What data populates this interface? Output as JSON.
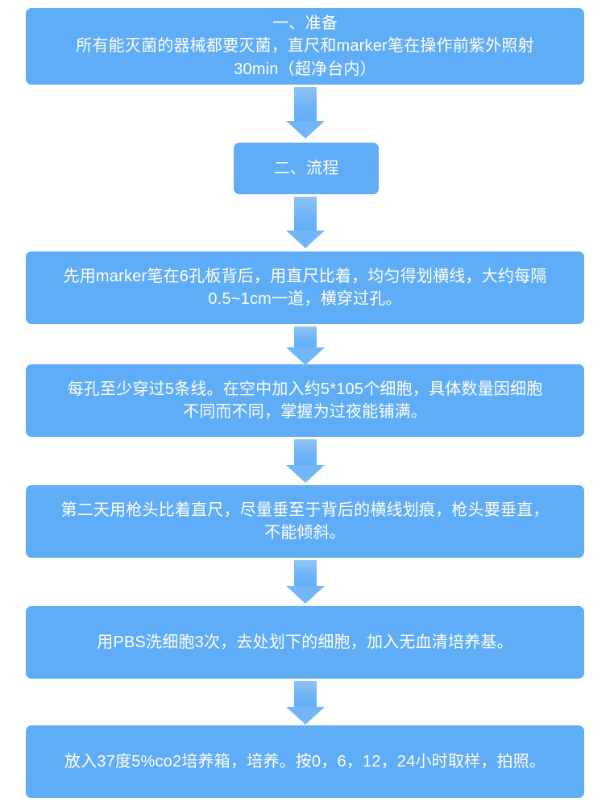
{
  "document": {
    "title": "划痕实验流程图",
    "accent_color": "#5FACF7",
    "text_color": "#FFFFFF",
    "background_color": "#FFFFFF"
  },
  "flowchart": {
    "type": "vertical-flowchart",
    "orientation": "top-to-bottom",
    "connector": "down-arrow",
    "nodes": [
      {
        "id": "node-1",
        "name": "preparation",
        "shape": "rounded-rectangle",
        "width": "wide",
        "text": "一、准备\n所有能灭菌的器械都要灭菌，直尺和marker笔在操作前紫外照射\n30min（超净台内）"
      },
      {
        "id": "node-2",
        "name": "procedure-heading",
        "shape": "rounded-rectangle",
        "width": "small",
        "text": "二、流程"
      },
      {
        "id": "node-3",
        "name": "step-draw-lines",
        "shape": "rounded-rectangle",
        "width": "wide",
        "text": "先用marker笔在6孔板背后，用直尺比着，均匀得划横线，大约每隔\n0.5~1cm一道，横穿过孔。"
      },
      {
        "id": "node-4",
        "name": "step-seed-cells",
        "shape": "rounded-rectangle",
        "width": "wide",
        "text": "每孔至少穿过5条线。在空中加入约5*105个细胞，具体数量因细胞\n不同而不同，掌握为过夜能铺满。"
      },
      {
        "id": "node-5",
        "name": "step-scratch",
        "shape": "rounded-rectangle",
        "width": "wide",
        "text": "第二天用枪头比着直尺，尽量垂至于背后的横线划痕，枪头要垂直，\n不能倾斜。"
      },
      {
        "id": "node-6",
        "name": "step-wash-pbs",
        "shape": "rounded-rectangle",
        "width": "wide",
        "text": "用PBS洗细胞3次，去处划下的细胞，加入无血清培养基。"
      },
      {
        "id": "node-7",
        "name": "step-incubate",
        "shape": "rounded-rectangle",
        "width": "wide",
        "text": "放入37度5%co2培养箱，培养。按0，6，12，24小时取样，拍照。"
      }
    ],
    "connectors": [
      {
        "id": "arrow-1",
        "from": "node-1",
        "to": "node-2",
        "icon": "arrow-down-icon"
      },
      {
        "id": "arrow-2",
        "from": "node-2",
        "to": "node-3",
        "icon": "arrow-down-icon"
      },
      {
        "id": "arrow-3",
        "from": "node-3",
        "to": "node-4",
        "icon": "arrow-down-icon"
      },
      {
        "id": "arrow-4",
        "from": "node-4",
        "to": "node-5",
        "icon": "arrow-down-icon"
      },
      {
        "id": "arrow-5",
        "from": "node-5",
        "to": "node-6",
        "icon": "arrow-down-icon"
      },
      {
        "id": "arrow-6",
        "from": "node-6",
        "to": "node-7",
        "icon": "arrow-down-icon"
      }
    ]
  }
}
